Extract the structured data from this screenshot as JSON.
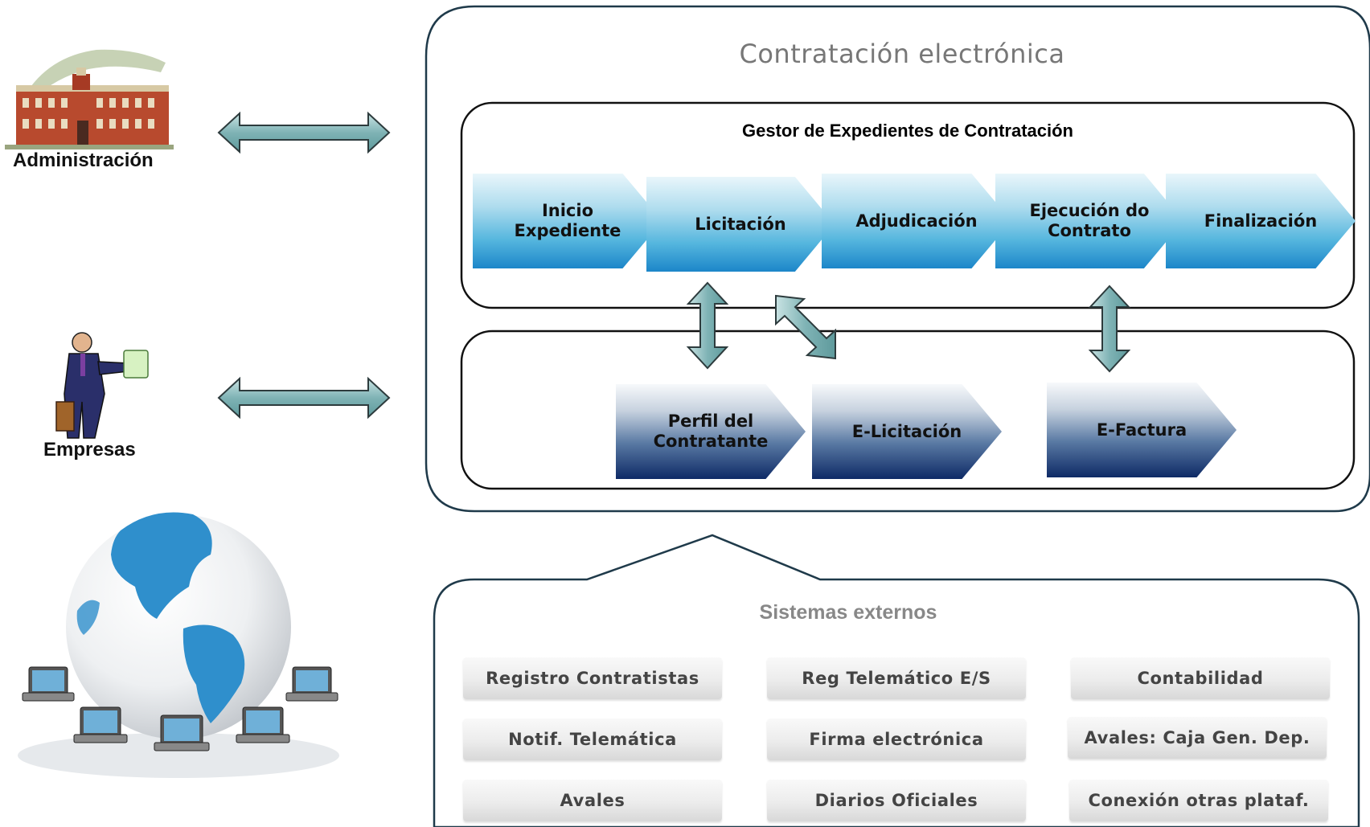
{
  "actors": {
    "administracion": "Administración",
    "empresas": "Empresas"
  },
  "main": {
    "title": "Contratación electrónica",
    "gestor": {
      "title": "Gestor de Expedientes de Contratación",
      "steps": [
        "Inicio\nExpediente",
        "Licitación",
        "Adjudicación",
        "Ejecución do\nContrato",
        "Finalización"
      ]
    },
    "modules": [
      "Perfil del\nContratante",
      "E-Licitación",
      "E-Factura"
    ]
  },
  "externos": {
    "title": "Sistemas externos",
    "items": [
      "Registro Contratistas",
      "Reg Telemático E/S",
      "Contabilidad",
      "Notif. Telemática",
      "Firma electrónica",
      "Avales: Caja Gen. Dep.",
      "Avales",
      "Diarios Oficiales",
      "Conexión otras plataf."
    ]
  },
  "colors": {
    "border": "#1f3a4a",
    "arrow_fill": "#7fb3b5",
    "chevron_blue": "#1c86c9",
    "chevron_navy": "#0e2a66"
  }
}
